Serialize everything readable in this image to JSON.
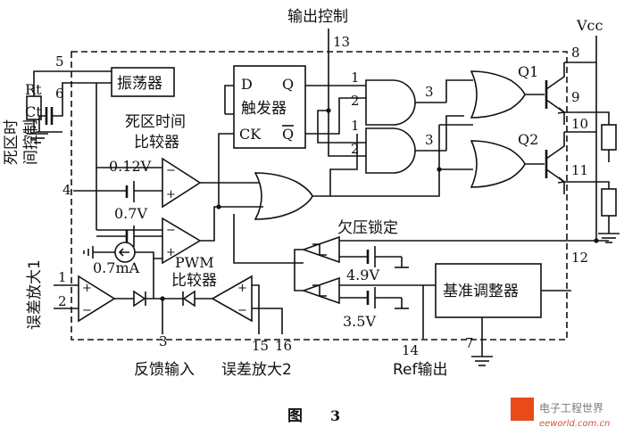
{
  "pins": {
    "p1": "1",
    "p2": "2",
    "p3": "3",
    "p4": "4",
    "p5": "5",
    "p6": "6",
    "p7": "7",
    "p8": "8",
    "p9": "9",
    "p10": "10",
    "p11": "11",
    "p12": "12",
    "p13": "13",
    "p14": "14",
    "p15": "15",
    "p16": "16"
  },
  "labels": {
    "output_control": "输出控制",
    "vcc": "Vcc",
    "rt": "Rt",
    "ct": "Ct",
    "oscillator": "振荡器",
    "deadtime_cmp_1": "死区时间",
    "deadtime_cmp_2": "比较器",
    "deadtime_ctrl_1": "死区时",
    "deadtime_ctrl_2": "间控制",
    "v012": "0.12V",
    "v07": "0.7V",
    "i07": "0.7mA",
    "pwm_1": "PWM",
    "pwm_2": "比较器",
    "err_amp1": "误差放大1",
    "err_amp2": "误差放大2",
    "feedback_in": "反馈输入",
    "undervoltage": "欠压锁定",
    "v49": "4.9V",
    "v35": "3.5V",
    "ref_reg": "基准调整器",
    "ref_out": "Ref输出",
    "ff_d": "D",
    "ff_q": "Q",
    "ff_name1": "触发器",
    "ff_ck": "CK",
    "ff_qbar": "Q",
    "g1_in1": "1",
    "g1_in2": "2",
    "g1_out": "3",
    "g2_in1": "1",
    "g2_in2": "2",
    "g2_out": "3",
    "q1": "Q1",
    "q2": "Q2",
    "plus": "+",
    "minus": "−"
  },
  "caption": {
    "fig": "图",
    "num": "3"
  },
  "watermark": {
    "brand": "电子工程世界",
    "site": "eeworld.com.cn"
  }
}
